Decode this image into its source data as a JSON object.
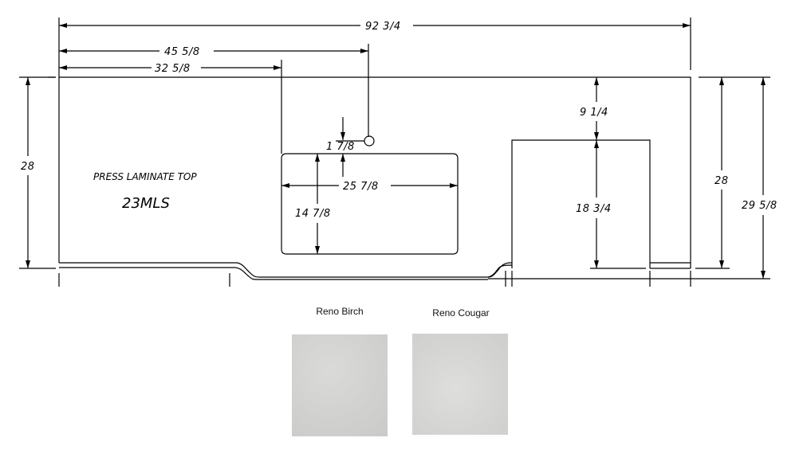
{
  "drawing": {
    "title_line1": "PRESS LAMINATE TOP",
    "title_line2": "23MLS",
    "dimensions": {
      "overall_length": "92 3/4",
      "faucet_offset": "45 5/8",
      "sink_offset": "32 5/8",
      "depth_left": "28",
      "faucet_to_sink": "1 7/8",
      "sink_width": "25 7/8",
      "sink_depth": "14 7/8",
      "cutout_setback": "9 1/4",
      "cutout_depth": "18 3/4",
      "depth_right": "28",
      "overall_depth": "29 5/8"
    },
    "line_color": "#000000"
  },
  "swatches": [
    {
      "label": "Reno Birch",
      "color": "#d3d3d1"
    },
    {
      "label": "Reno Cougar",
      "color": "#d8d8d6"
    }
  ]
}
